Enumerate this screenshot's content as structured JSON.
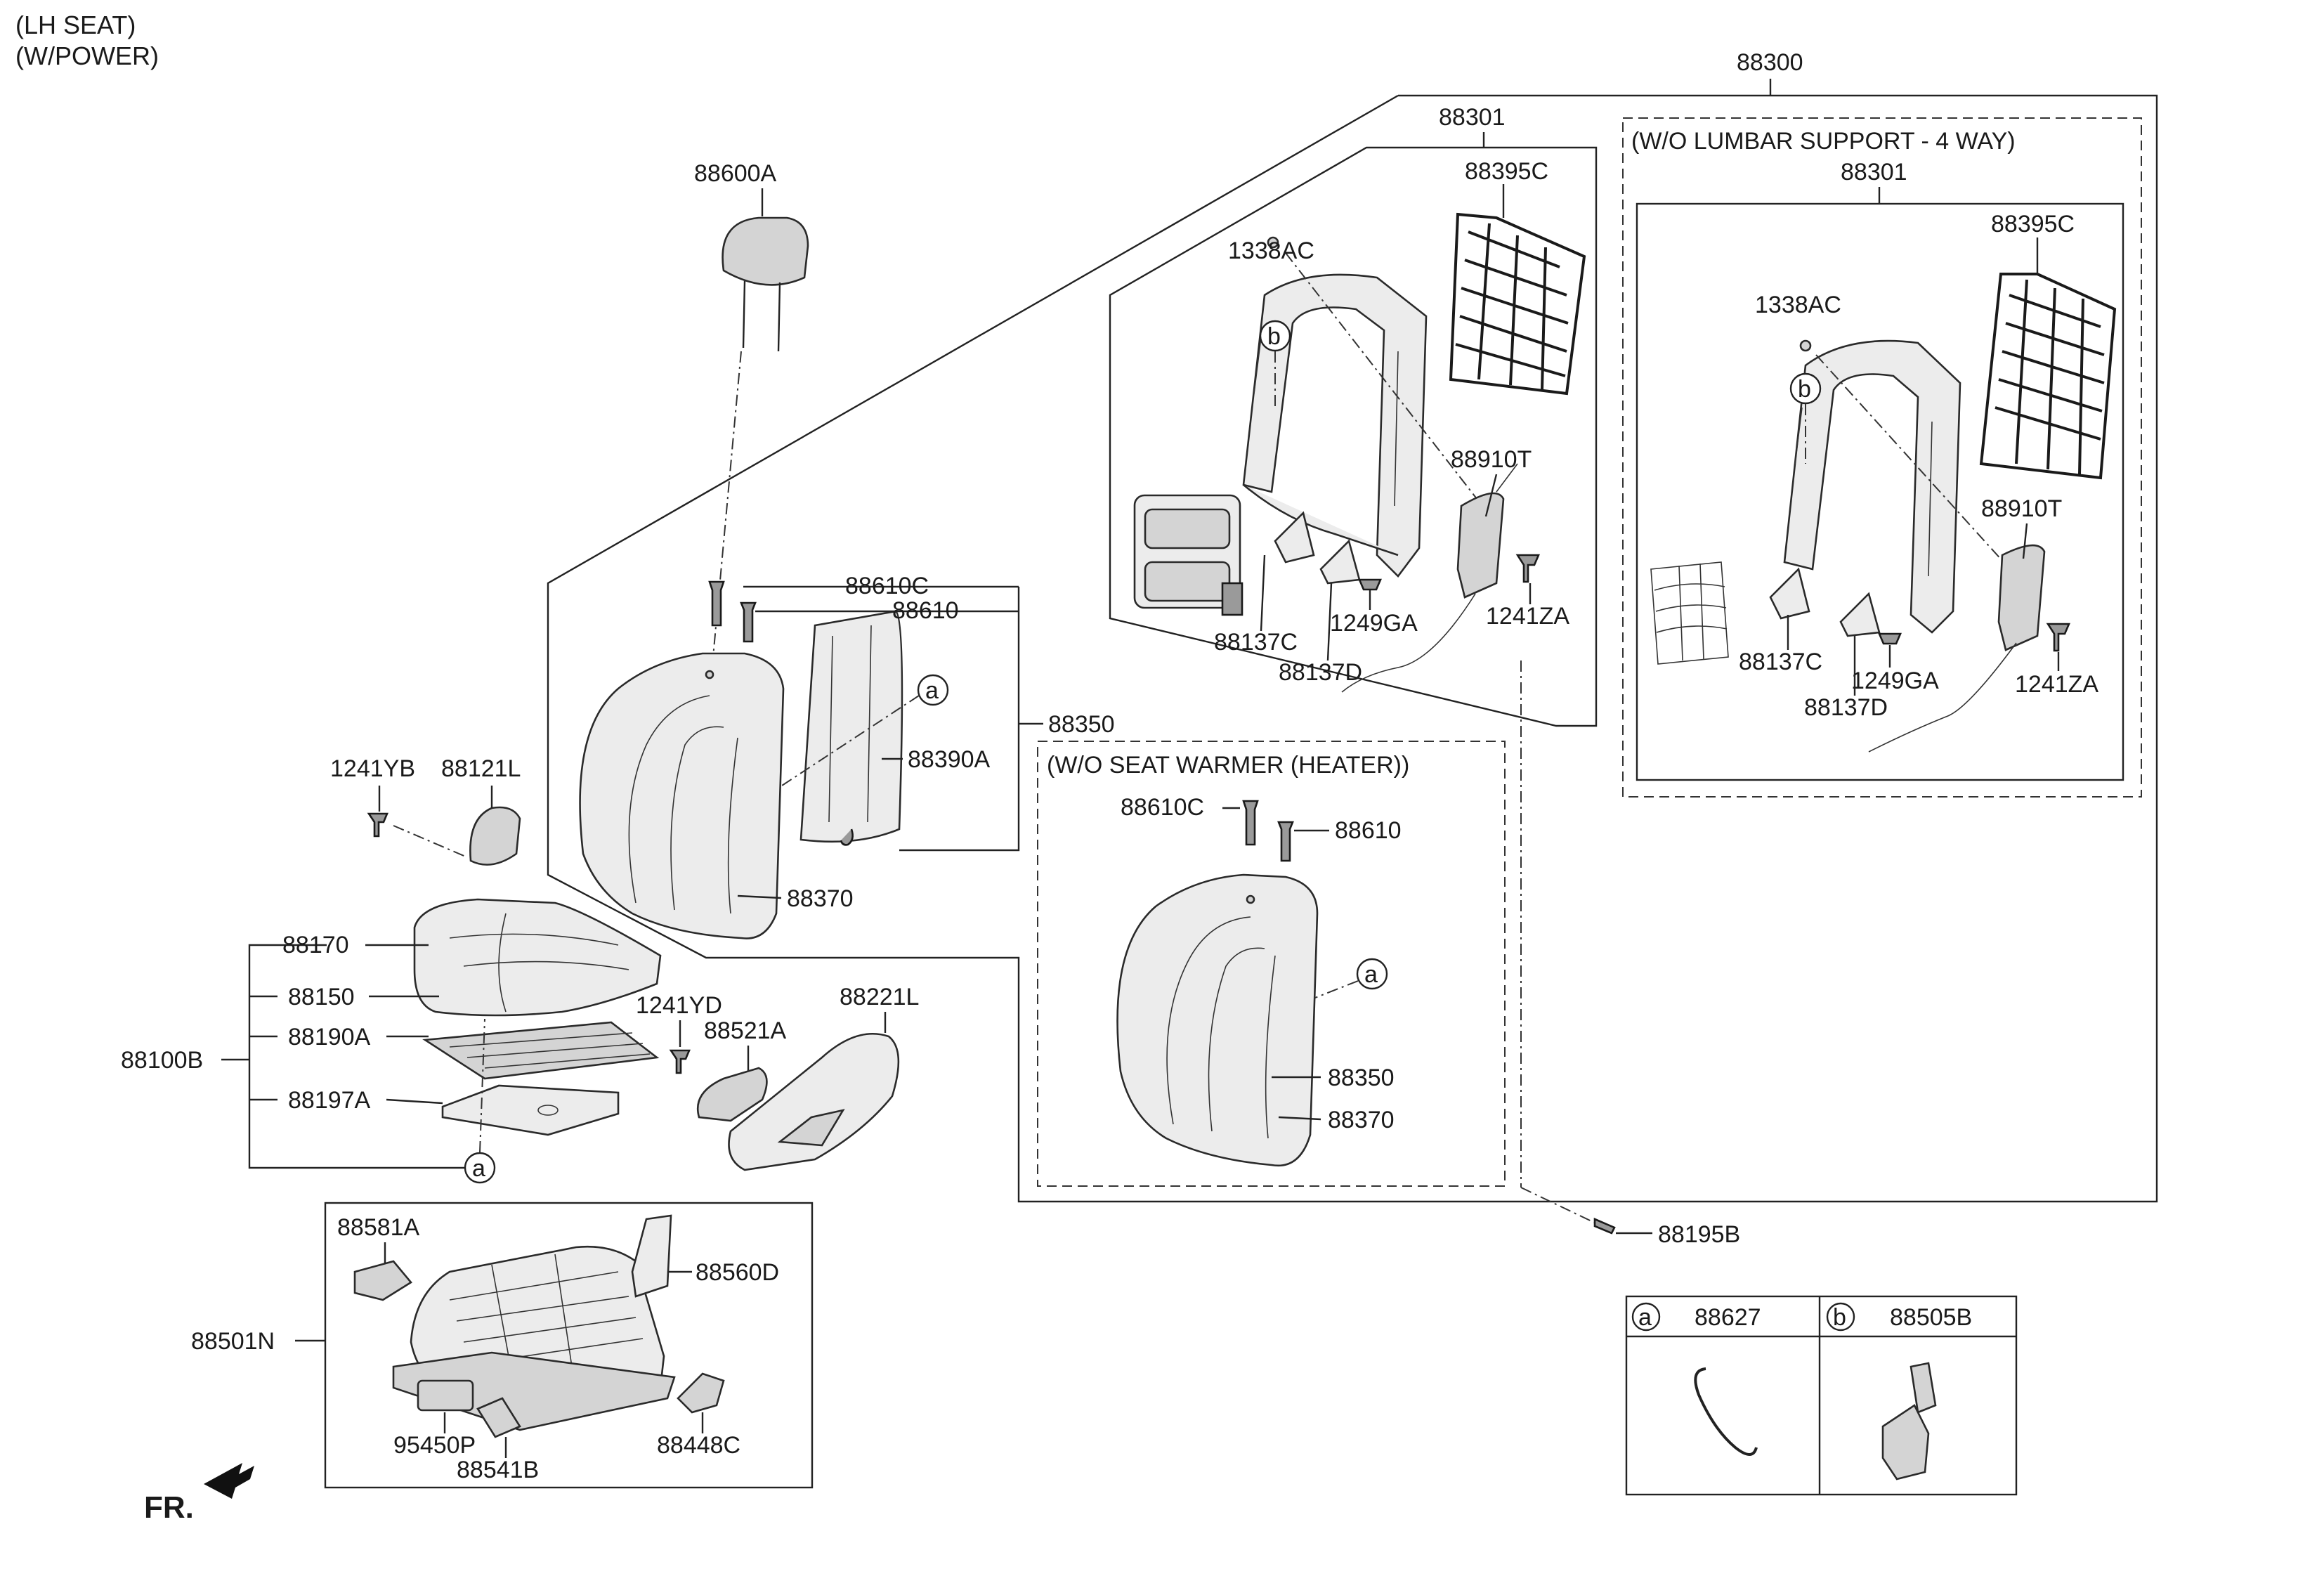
{
  "header": {
    "line1": "(LH SEAT)",
    "line2": "(W/POWER)"
  },
  "groups": {
    "main_back": "88300",
    "frame_left": "88301",
    "frame_right": "88301",
    "lumbar_title": "(W/O LUMBAR SUPPORT - 4 WAY)",
    "heater_title": "(W/O SEAT WARMER (HEATER))",
    "cushion_assy": "88100B",
    "track_assy": "88501N",
    "back_assy": "88350"
  },
  "labels": {
    "p88600A": "88600A",
    "p88610C": "88610C",
    "p88610": "88610",
    "p88390A": "88390A",
    "p88370": "88370",
    "p1241YB": "1241YB",
    "p88121L": "88121L",
    "p88170": "88170",
    "p88150": "88150",
    "p88190A": "88190A",
    "p88197A": "88197A",
    "p1241YD": "1241YD",
    "p88521A": "88521A",
    "p88221L": "88221L",
    "p88395C_l": "88395C",
    "p1338AC_l": "1338AC",
    "p88910T_l": "88910T",
    "p88137C_l": "88137C",
    "p1249GA_l": "1249GA",
    "p88137D_l": "88137D",
    "p1241ZA_l": "1241ZA",
    "p88395C_r": "88395C",
    "p1338AC_r": "1338AC",
    "p88910T_r": "88910T",
    "p88137C_r": "88137C",
    "p1249GA_r": "1249GA",
    "p88137D_r": "88137D",
    "p1241ZA_r": "1241ZA",
    "p88610C_h": "88610C",
    "p88610_h": "88610",
    "p88350_h": "88350",
    "p88370_h": "88370",
    "p88195B": "88195B",
    "p88581A": "88581A",
    "p88560D": "88560D",
    "p95450P": "95450P",
    "p88541B": "88541B",
    "p88448C": "88448C",
    "fr": "FR."
  },
  "callouts": {
    "a": "a",
    "b": "b"
  },
  "legend": {
    "a_letter": "a",
    "a_part": "88627",
    "b_letter": "b",
    "b_part": "88505B"
  }
}
